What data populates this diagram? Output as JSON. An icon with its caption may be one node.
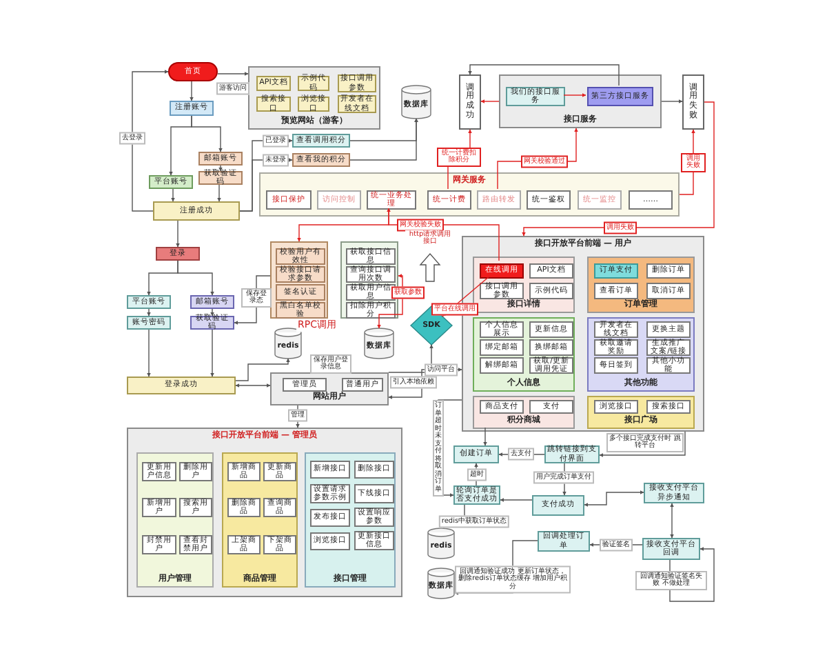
{
  "diagram": {
    "nodes": [
      {
        "text": [
          "首页"
        ]
      },
      {
        "text": [
          "注册账号"
        ]
      },
      {
        "text": [
          "邮箱账号"
        ]
      },
      {
        "text": [
          "平台账号"
        ]
      },
      {
        "text": [
          "获取验证码"
        ]
      },
      {
        "text": [
          "注册成功"
        ]
      },
      {
        "text": [
          "预览网站（游客）"
        ]
      },
      {
        "text": [
          "API文档"
        ],
        "in": 6
      },
      {
        "text": [
          "示例代码"
        ],
        "in": 6
      },
      {
        "text": [
          "接口调用参数"
        ],
        "in": 6
      },
      {
        "text": [
          "搜索接口"
        ],
        "in": 6
      },
      {
        "text": [
          "浏览接口"
        ],
        "in": 6
      },
      {
        "text": [
          "开发者在线文档"
        ],
        "in": 6
      },
      {
        "text": [
          "数据库"
        ]
      },
      {
        "text": [
          "查看调用积分"
        ]
      },
      {
        "text": [
          "查看我的积分"
        ]
      },
      {
        "text": [
          "调用成功"
        ]
      },
      {
        "text": [
          "接口服务"
        ]
      },
      {
        "text": [
          "我们的接口服务"
        ],
        "in": 17
      },
      {
        "text": [
          "第三方接口服务"
        ],
        "in": 17
      },
      {
        "text": [
          "调用失败"
        ]
      },
      {
        "text": [
          "网关服务"
        ]
      },
      {
        "text": [
          "接口保护"
        ],
        "in": 21
      },
      {
        "text": [
          "访问控制"
        ],
        "in": 21
      },
      {
        "text": [
          "统一业务处理"
        ],
        "in": 21
      },
      {
        "text": [
          "统一计费"
        ],
        "in": 21
      },
      {
        "text": [
          "路由转发"
        ],
        "in": 21
      },
      {
        "text": [
          "统一鉴权"
        ],
        "in": 21
      },
      {
        "text": [
          "统一监控"
        ],
        "in": 21
      },
      {
        "text": [
          "……"
        ],
        "in": 21
      },
      {
        "text": [
          "登录"
        ]
      },
      {
        "text": [
          "平台账号"
        ]
      },
      {
        "text": [
          "邮箱账号"
        ]
      },
      {
        "text": [
          "账号密码"
        ]
      },
      {
        "text": [
          "获取验证码"
        ]
      },
      {
        "text": [
          "登录成功"
        ]
      },
      {
        "text": [],
        "shape": "box"
      },
      {
        "text": [
          "校验用户有效性"
        ],
        "in": 36
      },
      {
        "text": [
          "校验接口请求参数"
        ],
        "in": 36
      },
      {
        "text": [
          "签名认证"
        ],
        "in": 36
      },
      {
        "text": [
          "黑白名单校验"
        ],
        "in": 36
      },
      {
        "text": [],
        "shape": "box"
      },
      {
        "text": [
          "获取接口信息"
        ],
        "in": 41
      },
      {
        "text": [
          "查询接口调用次数"
        ],
        "in": 41
      },
      {
        "text": [
          "获取用户信息"
        ],
        "in": 41
      },
      {
        "text": [
          "扣除用户积分"
        ],
        "in": 41
      },
      {
        "text": [
          "redis"
        ]
      },
      {
        "text": [
          "数据库"
        ]
      },
      {
        "text": [
          "SDK"
        ]
      },
      {
        "text": [
          "网站用户"
        ]
      },
      {
        "text": [
          "管理员"
        ],
        "in": 49
      },
      {
        "text": [
          "普通用户"
        ],
        "in": 49
      },
      {
        "text": [
          "接口开放平台前端 — 用户"
        ]
      },
      {
        "text": [
          "接口详情"
        ],
        "in": 52
      },
      {
        "text": [
          "在线调用"
        ],
        "in": 53
      },
      {
        "text": [
          "API文档"
        ],
        "in": 53
      },
      {
        "text": [
          "接口调用参数"
        ],
        "in": 53
      },
      {
        "text": [
          "示例代码"
        ],
        "in": 53
      },
      {
        "text": [
          "订单管理"
        ],
        "in": 52
      },
      {
        "text": [
          "订单支付"
        ],
        "in": 58
      },
      {
        "text": [
          "删除订单"
        ],
        "in": 58
      },
      {
        "text": [
          "查看订单"
        ],
        "in": 58
      },
      {
        "text": [
          "取消订单"
        ],
        "in": 58
      },
      {
        "text": [
          "个人信息"
        ],
        "in": 52
      },
      {
        "text": [
          "个人信息展示"
        ],
        "in": 63
      },
      {
        "text": [
          "更新信息"
        ],
        "in": 63
      },
      {
        "text": [
          "绑定邮箱"
        ],
        "in": 63
      },
      {
        "text": [
          "换绑邮箱"
        ],
        "in": 63
      },
      {
        "text": [
          "解绑邮箱"
        ],
        "in": 63
      },
      {
        "text": [
          "获取/更新调用凭证"
        ],
        "in": 63
      },
      {
        "text": [
          "其他功能"
        ],
        "in": 52
      },
      {
        "text": [
          "开发者在线文档"
        ],
        "in": 70
      },
      {
        "text": [
          "更换主题"
        ],
        "in": 70
      },
      {
        "text": [
          "获取邀请奖励"
        ],
        "in": 70
      },
      {
        "text": [
          "生成推广文案/链接"
        ],
        "in": 70
      },
      {
        "text": [
          "每日签到"
        ],
        "in": 70
      },
      {
        "text": [
          "其他小功能"
        ],
        "in": 70
      },
      {
        "text": [
          "积分商城"
        ],
        "in": 52
      },
      {
        "text": [
          "商品支付"
        ],
        "in": 77
      },
      {
        "text": [
          "支付"
        ],
        "in": 77
      },
      {
        "text": [
          "接口广场"
        ],
        "in": 52
      },
      {
        "text": [
          "浏览接口"
        ],
        "in": 80
      },
      {
        "text": [
          "搜索接口"
        ],
        "in": 80
      },
      {
        "text": [
          "接口开放平台前端 — 管理员"
        ]
      },
      {
        "text": [
          "用户管理"
        ],
        "in": 83
      },
      {
        "text": [
          "更新用户信息"
        ],
        "in": 84
      },
      {
        "text": [
          "删除用户"
        ],
        "in": 84
      },
      {
        "text": [
          "新增用户"
        ],
        "in": 84
      },
      {
        "text": [
          "搜索用户"
        ],
        "in": 84
      },
      {
        "text": [
          "封禁用户"
        ],
        "in": 84
      },
      {
        "text": [
          "查看封禁用户"
        ],
        "in": 84
      },
      {
        "text": [
          "商品管理"
        ],
        "in": 83
      },
      {
        "text": [
          "新增商品"
        ],
        "in": 91
      },
      {
        "text": [
          "更新商品"
        ],
        "in": 91
      },
      {
        "text": [
          "删除商品"
        ],
        "in": 91
      },
      {
        "text": [
          "查询商品"
        ],
        "in": 91
      },
      {
        "text": [
          "上架商品"
        ],
        "in": 91
      },
      {
        "text": [
          "下架商品"
        ],
        "in": 91
      },
      {
        "text": [
          "接口管理"
        ],
        "in": 83
      },
      {
        "text": [
          "新增接口"
        ],
        "in": 98
      },
      {
        "text": [
          "删除接口"
        ],
        "in": 98
      },
      {
        "text": [
          "设置请求参数示例"
        ],
        "in": 98
      },
      {
        "text": [
          "下线接口"
        ],
        "in": 98
      },
      {
        "text": [
          "发布接口"
        ],
        "in": 98
      },
      {
        "text": [
          "设置响应参数"
        ],
        "in": 98
      },
      {
        "text": [
          "浏览接口"
        ],
        "in": 98
      },
      {
        "text": [
          "更新接口信息"
        ],
        "in": 98
      },
      {
        "text": [
          "创建订单"
        ]
      },
      {
        "text": [
          "跳转链接到支付界面"
        ]
      },
      {
        "text": [
          "轮询订单是否支付成功"
        ]
      },
      {
        "text": [
          "支付成功"
        ]
      },
      {
        "text": [
          "接收支付平台异步通知"
        ]
      },
      {
        "text": [
          "回调处理订单"
        ]
      },
      {
        "text": [
          "接收支付平台回调"
        ]
      },
      {
        "text": [
          "redis"
        ]
      },
      {
        "text": [
          "数据库"
        ]
      }
    ],
    "edges": [
      {
        "from": 0,
        "to": 6,
        "arrow": "to",
        "label": "游客访问"
      },
      {
        "from": 0,
        "to": 1,
        "arrow": "to"
      },
      {
        "from": 1,
        "to": 3,
        "arrow": "to"
      },
      {
        "from": 1,
        "to": 2,
        "arrow": "to"
      },
      {
        "from": 2,
        "to": 4,
        "arrow": "to"
      },
      {
        "from": 3,
        "to": 5,
        "arrow": "to"
      },
      {
        "from": 4,
        "to": 5,
        "arrow": "to"
      },
      {
        "from": 5,
        "to": 0,
        "arrow": "to",
        "label": "去登录"
      },
      {
        "from": 5,
        "to": 14,
        "arrow": "to",
        "label": "已登录"
      },
      {
        "from": 5,
        "to": 15,
        "arrow": "to",
        "label": "未登录"
      },
      {
        "from": 14,
        "to": 13,
        "arrow": "to"
      },
      {
        "from": 15,
        "to": 13,
        "arrow": "to"
      },
      {
        "from": 19,
        "to": 16,
        "arrow": "to"
      },
      {
        "from": 18,
        "to": 19,
        "arrow": "to",
        "color": "#e02020"
      },
      {
        "from": 17,
        "to": 16,
        "arrow": "to",
        "color": "#e02020"
      },
      {
        "from": 17,
        "to": 20,
        "arrow": "to"
      },
      {
        "from": 25,
        "to": 16,
        "arrow": "to",
        "label": "统一计费扣除积分",
        "color": "#e02020"
      },
      {
        "from": 26,
        "to": 17,
        "arrow": "to",
        "label": "网关校验通过",
        "color": "#e02020"
      },
      {
        "from": 21,
        "to": 20,
        "arrow": "to",
        "label": "调用失败",
        "color": "#e02020"
      },
      {
        "from": 20,
        "to": 52,
        "arrow": "to",
        "label": "调用失败",
        "color": "#e02020"
      },
      {
        "from": 54,
        "to": 24,
        "arrow": "to",
        "label": "网关校验失败",
        "color": "#e02020"
      },
      {
        "from": 24,
        "to": 36,
        "arrow": "to",
        "color": "#e02020"
      },
      {
        "from": 41,
        "to": 47,
        "arrow": "both",
        "label": "获取参数",
        "color": "#e02020"
      },
      {
        "from": 54,
        "to": 48,
        "arrow": "to",
        "label": "平台在线调用",
        "color": "#e02020"
      },
      {
        "from": 49,
        "to": 48,
        "arrow": "to",
        "label": "引入本地依赖"
      },
      {
        "from": 35,
        "to": 46,
        "arrow": "to",
        "label": "保存用户登录信息"
      },
      {
        "from": 35,
        "to": 49,
        "arrow": "both"
      },
      {
        "from": 49,
        "to": 52,
        "arrow": "both",
        "label": "访问平台"
      },
      {
        "from": 49,
        "to": 83,
        "arrow": "to",
        "label": "管理"
      },
      {
        "from": 5,
        "to": 30,
        "arrow": "to"
      },
      {
        "from": 30,
        "to": 31,
        "arrow": "to"
      },
      {
        "from": 30,
        "to": 32,
        "arrow": "to"
      },
      {
        "from": 31,
        "to": 33,
        "arrow": "to"
      },
      {
        "from": 32,
        "to": 34,
        "arrow": "to"
      },
      {
        "from": 33,
        "to": 35,
        "arrow": "to"
      },
      {
        "from": 34,
        "to": 35,
        "arrow": "to"
      },
      {
        "from": 36,
        "to": 34,
        "arrow": "to",
        "label": "保存登录态"
      },
      {
        "from": 77,
        "to": 107,
        "arrow": "to"
      },
      {
        "from": 108,
        "to": 107,
        "arrow": "to",
        "label": "去支付"
      },
      {
        "from": 52,
        "to": 108,
        "arrow": "to",
        "label": "多个接口完成支付时 跳转平台"
      },
      {
        "from": 108,
        "to": 110,
        "arrow": "to",
        "label": "用户完成订单支付"
      },
      {
        "from": 109,
        "to": 107,
        "arrow": "to",
        "label": "超时"
      },
      {
        "from": 110,
        "to": 109,
        "arrow": "to"
      },
      {
        "from": 110,
        "to": 111,
        "arrow": "both"
      },
      {
        "from": 111,
        "to": 113,
        "arrow": "both"
      },
      {
        "from": 113,
        "to": 112,
        "arrow": "to",
        "label": "验证签名"
      },
      {
        "from": 109,
        "to": 114,
        "arrow": "none",
        "label": "redis中获取订单状态"
      },
      {
        "from": 112,
        "to": 115,
        "arrow": "to",
        "label": "回调通知验证成功 更新订单状态，删除redis订单状态缓存 增加用户积分"
      },
      {
        "from": 52,
        "to": 109,
        "arrow": "to",
        "label": "订单超时未支付将取消订单"
      },
      {
        "from": 113,
        "to": 113,
        "arrow": "to",
        "label": "回调通知验证签名失败 不做处理"
      }
    ],
    "labels": [
      "http请求调用接口",
      "RPC调用"
    ]
  }
}
